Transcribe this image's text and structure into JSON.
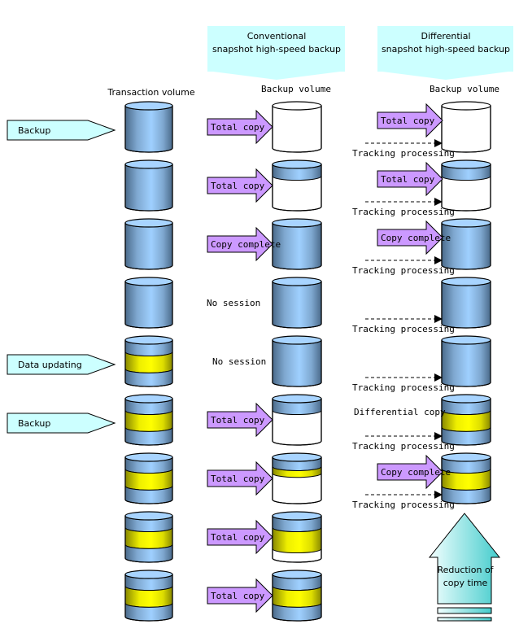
{
  "headers": {
    "conventional": [
      "Conventional",
      "snapshot high-speed backup"
    ],
    "differential": [
      "Differential",
      "snapshot high-speed backup"
    ]
  },
  "column_labels": {
    "transaction": "Transaction volume",
    "conventional_backup": "Backup volume",
    "differential_backup": "Backup volume"
  },
  "colors": {
    "header_bg": "#ccffff",
    "callout_bg": "#ccffff",
    "arrow_fill": "#cc99ff",
    "volume_blue": "#99ccff",
    "volume_dark": "#557799",
    "updated_yellow": "#ffff00",
    "reduction_arrow": "#66dddd"
  },
  "rows": [
    {
      "event": "Backup",
      "tx": "clean",
      "conv": {
        "label": "Total copy",
        "state": "empty",
        "arrow": true
      },
      "diff": {
        "label": "Total copy",
        "state": "empty",
        "arrow": true,
        "tracking": "Tracking processing"
      }
    },
    {
      "event": "",
      "tx": "clean",
      "conv": {
        "label": "Total copy",
        "state": "partial",
        "arrow": true
      },
      "diff": {
        "label": "Total copy",
        "state": "partial",
        "arrow": true,
        "tracking": "Tracking processing"
      }
    },
    {
      "event": "",
      "tx": "clean",
      "conv": {
        "label": "Copy complete",
        "state": "full",
        "arrow": true
      },
      "diff": {
        "label": "Copy complete",
        "state": "full",
        "arrow": true,
        "tracking": "Tracking processing"
      }
    },
    {
      "event": "",
      "tx": "clean",
      "conv": {
        "label": "No session",
        "state": "full",
        "arrow": false
      },
      "diff": {
        "label": "",
        "state": "full",
        "arrow": false,
        "tracking": "Tracking processing"
      }
    },
    {
      "event": "Data updating",
      "tx": "updated",
      "conv": {
        "label": "No session",
        "state": "full",
        "arrow": false
      },
      "diff": {
        "label": "",
        "state": "full",
        "arrow": false,
        "tracking": "Tracking processing"
      }
    },
    {
      "event": "Backup",
      "tx": "updated",
      "conv": {
        "label": "Total copy",
        "state": "partial",
        "arrow": true
      },
      "diff": {
        "label": "Differential copy",
        "state": "updated",
        "arrow": true,
        "tracking": "Tracking processing"
      }
    },
    {
      "event": "",
      "tx": "updated",
      "conv": {
        "label": "Total copy",
        "state": "partial-yellow",
        "arrow": true
      },
      "diff": {
        "label": "Copy complete",
        "state": "updated",
        "arrow": true,
        "tracking": "Tracking processing"
      }
    },
    {
      "event": "",
      "tx": "updated",
      "conv": {
        "label": "Total copy",
        "state": "mostly-updated",
        "arrow": true
      },
      "diff": null
    },
    {
      "event": "",
      "tx": "updated",
      "conv": {
        "label": "Total copy",
        "state": "updated",
        "arrow": true
      },
      "diff": null
    }
  ],
  "reduction": [
    "Reduction of",
    "copy time"
  ]
}
